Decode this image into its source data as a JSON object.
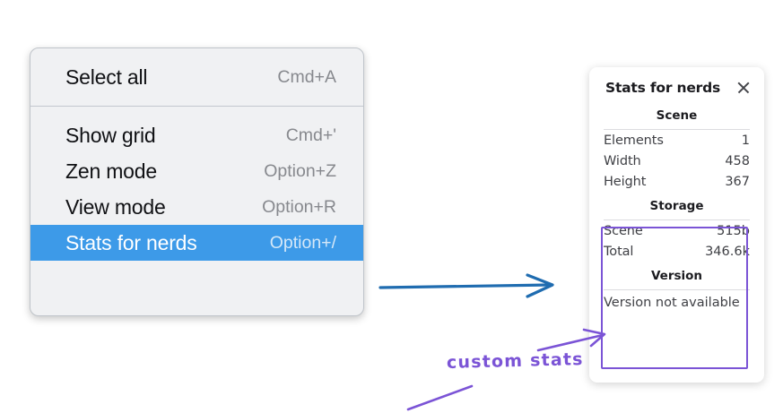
{
  "background_color": "#ffffff",
  "context_menu": {
    "name": "canvas-context-menu",
    "groups": [
      {
        "items": [
          {
            "label": "Select all",
            "shortcut": "Cmd+A",
            "selected": false
          }
        ]
      },
      {
        "items": [
          {
            "label": "Show grid",
            "shortcut": "Cmd+'",
            "selected": false
          },
          {
            "label": "Zen mode",
            "shortcut": "Option+Z",
            "selected": false
          },
          {
            "label": "View mode",
            "shortcut": "Option+R",
            "selected": false
          },
          {
            "label": "Stats for nerds",
            "shortcut": "Option+/",
            "selected": true
          }
        ]
      }
    ],
    "highlight_color": "#3d9ae8",
    "background_color": "#f0f1f3"
  },
  "stats_panel": {
    "title": "Stats for nerds",
    "close_icon": "close-icon",
    "sections": [
      {
        "heading": "Scene",
        "rows": [
          {
            "key": "Elements",
            "value": "1"
          },
          {
            "key": "Width",
            "value": "458"
          },
          {
            "key": "Height",
            "value": "367"
          }
        ]
      },
      {
        "heading": "Storage",
        "rows": [
          {
            "key": "Scene",
            "value": "515b"
          },
          {
            "key": "Total",
            "value": "346.6k"
          }
        ]
      },
      {
        "heading": "Version",
        "version_text": "Version not available"
      }
    ]
  },
  "annotations": {
    "highlight_color": "#7b54d6",
    "arrow_color": "#1f6cb0",
    "label": "custom stats"
  }
}
